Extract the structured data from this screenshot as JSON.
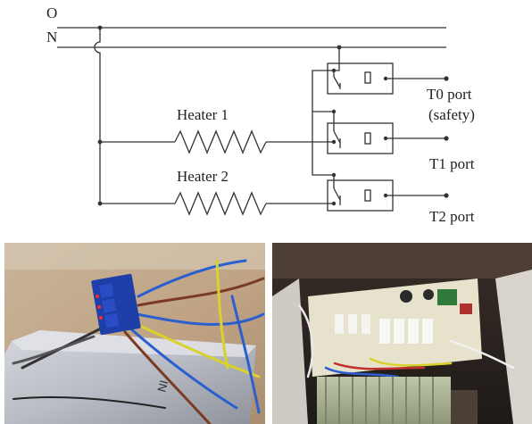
{
  "schematic": {
    "line_o": "O",
    "line_n": "N",
    "heater_1": "Heater 1",
    "heater_2": "Heater 2",
    "t0_port": "T0 port",
    "t0_note": "(safety)",
    "t1_port": "T1 port",
    "t2_port": "T2 port"
  },
  "photos": {
    "left_device_text": "NI",
    "colors": {
      "relay_board": "#1f3fa8",
      "wire_blue": "#2b5fd0",
      "wire_brown": "#7a3b22",
      "wire_yellow": "#d9d22a",
      "device_silver": "#b9bcc4"
    }
  }
}
